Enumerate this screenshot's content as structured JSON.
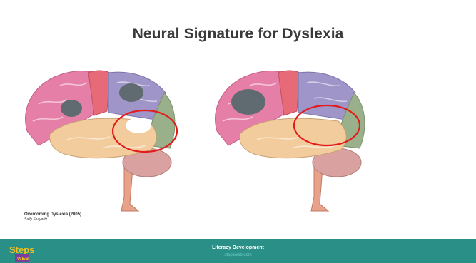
{
  "slide": {
    "title": "Neural Signature for Dyslexia"
  },
  "citation": {
    "book": "Overcoming Dyslexia (2005)",
    "author": "Sally Shaywitz"
  },
  "footer": {
    "title": "Literacy Development",
    "url": "stepsweb.com"
  },
  "logo": {
    "text": "Steps",
    "subtext": "WEB"
  },
  "colors": {
    "footer_bg": "#2a8f86",
    "highlight_circle": "#e21b1b",
    "lesion": "#5f6b70"
  }
}
